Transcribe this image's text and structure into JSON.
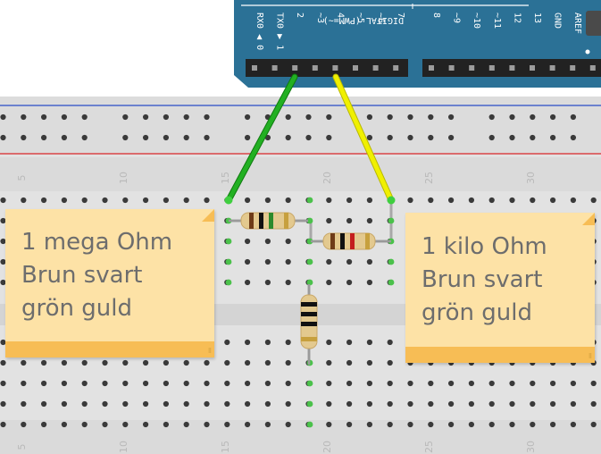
{
  "arduino": {
    "pin_labels": [
      "RX0 ◀ 0",
      "TX0 ▶ 1",
      "2",
      "~3",
      "4",
      "~5",
      "~6",
      "7",
      "8",
      "~9",
      "~10",
      "~11",
      "12",
      "13",
      "GND",
      "AREF"
    ],
    "digital_label": "DIGITAL (PWM=~)"
  },
  "breadboard": {
    "column_numbers": [
      "5",
      "10",
      "15",
      "20",
      "25",
      "30"
    ]
  },
  "wires": [
    {
      "name": "green-wire",
      "color": "#1aa51a",
      "pin": "2"
    },
    {
      "name": "yellow-wire",
      "color": "#e6e600",
      "pin": "4"
    }
  ],
  "notes": [
    {
      "name": "note-1-mega-ohm",
      "lines": [
        "1 mega Ohm",
        "Brun svart",
        "grön guld"
      ]
    },
    {
      "name": "note-1-kilo-ohm",
      "lines": [
        "1 kilo Ohm",
        "Brun svart",
        "grön guld"
      ]
    }
  ],
  "colors": {
    "board_teal": "#2b7196",
    "breadboard": "#e2e2e2",
    "rail_red": "#d9252a",
    "rail_blue": "#2a4cc7",
    "note_bg": "#fde2a6",
    "note_footer": "#f7bd55",
    "connection_green": "#4bc14b"
  }
}
